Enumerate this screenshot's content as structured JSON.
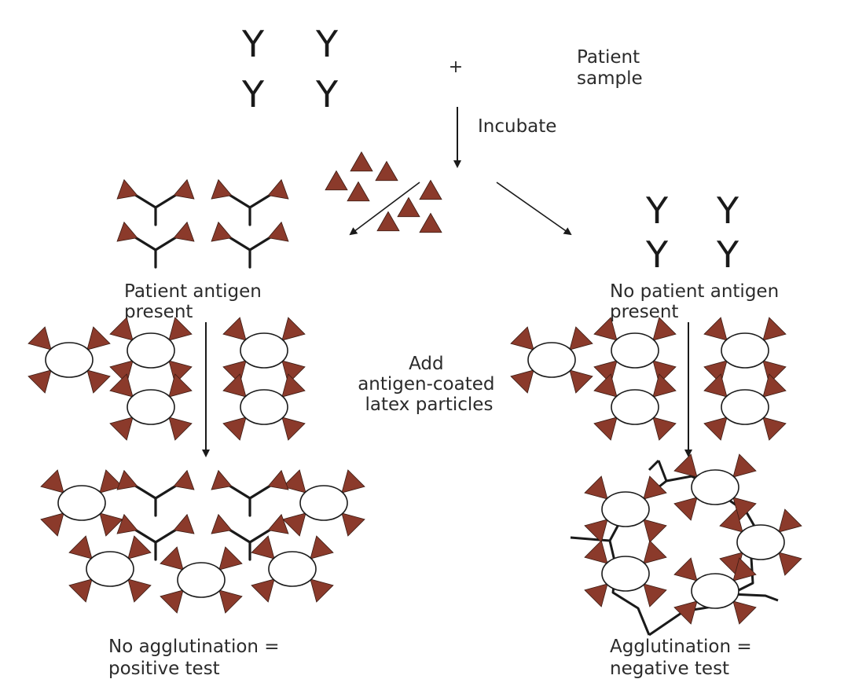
{
  "labels": {
    "patient_sample": [
      "Patient",
      "sample"
    ],
    "plus": "+",
    "incubate": "Incubate",
    "patient_antigen_present": [
      "Patient antigen",
      "present"
    ],
    "no_patient_antigen_present": [
      "No patient antigen",
      "present"
    ],
    "add_particles": [
      "Add",
      "antigen-coated",
      "latex particles"
    ],
    "no_agglutination": [
      "No agglutination =",
      "positive test"
    ],
    "agglutination": [
      "Agglutination =",
      "negative test"
    ]
  },
  "icons": {
    "free_antibody": "Y",
    "antigen": "antigen-triangle",
    "latex_particle": "latex-particle",
    "bound_antibody": "antibody-with-antigen"
  },
  "colors": {
    "antigen": "#8b3a2b",
    "ink": "#1a1a1a",
    "text": "#2b2b2b"
  }
}
